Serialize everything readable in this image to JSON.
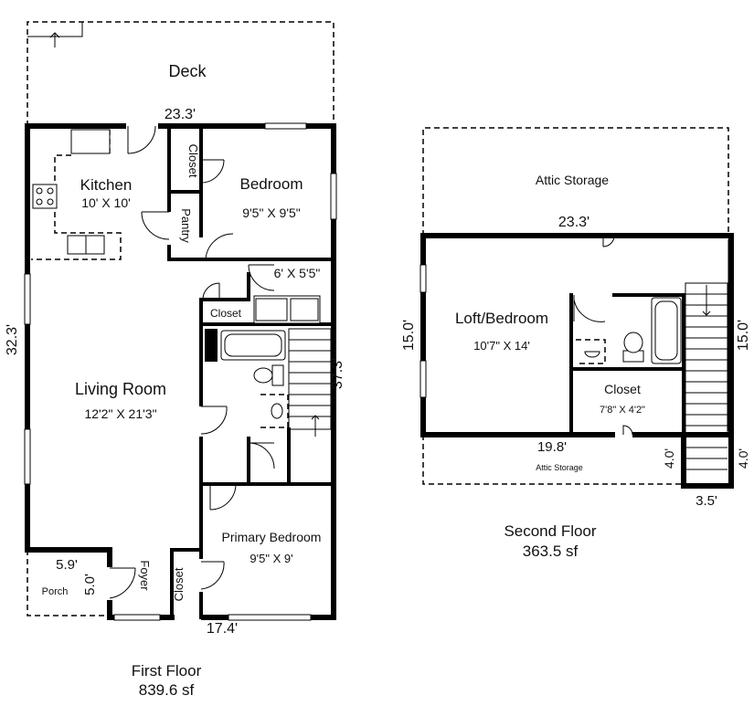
{
  "first_floor": {
    "title": "First Floor",
    "area": "839.6 sf",
    "dims": {
      "top": "23.3'",
      "left": "32.3'",
      "right": "37.3'",
      "bottom": "17.4'",
      "porch_w": "5.9'",
      "porch_h": "5.0'",
      "bath": "6' X 5'5\""
    },
    "rooms": {
      "deck": "Deck",
      "kitchen": "Kitchen",
      "kitchen_size": "10' X 10'",
      "bedroom": "Bedroom",
      "bedroom_size": "9'5\" X 9'5\"",
      "closet_top": "Closet",
      "pantry": "Pantry",
      "closet_mid": "Closet",
      "living": "Living Room",
      "living_size": "12'2\" X 21'3\"",
      "primary": "Primary Bedroom",
      "primary_size": "9'5\" X 9'",
      "closet_primary": "Closet",
      "porch": "Porch",
      "foyer": "Foyer"
    }
  },
  "second_floor": {
    "title": "Second Floor",
    "area": "363.5 sf",
    "dims": {
      "top": "23.3'",
      "left": "15.0'",
      "right": "15.0'",
      "bottom": "19.8'",
      "step_left": "4.0'",
      "step_right": "4.0'",
      "stair_w": "3.5'"
    },
    "rooms": {
      "attic_top": "Attic Storage",
      "loft": "Loft/Bedroom",
      "loft_size": "10'7\" X 14'",
      "closet": "Closet",
      "closet_size": "7'8\" X 4'2\"",
      "attic_bottom": "Attic Storage"
    }
  }
}
